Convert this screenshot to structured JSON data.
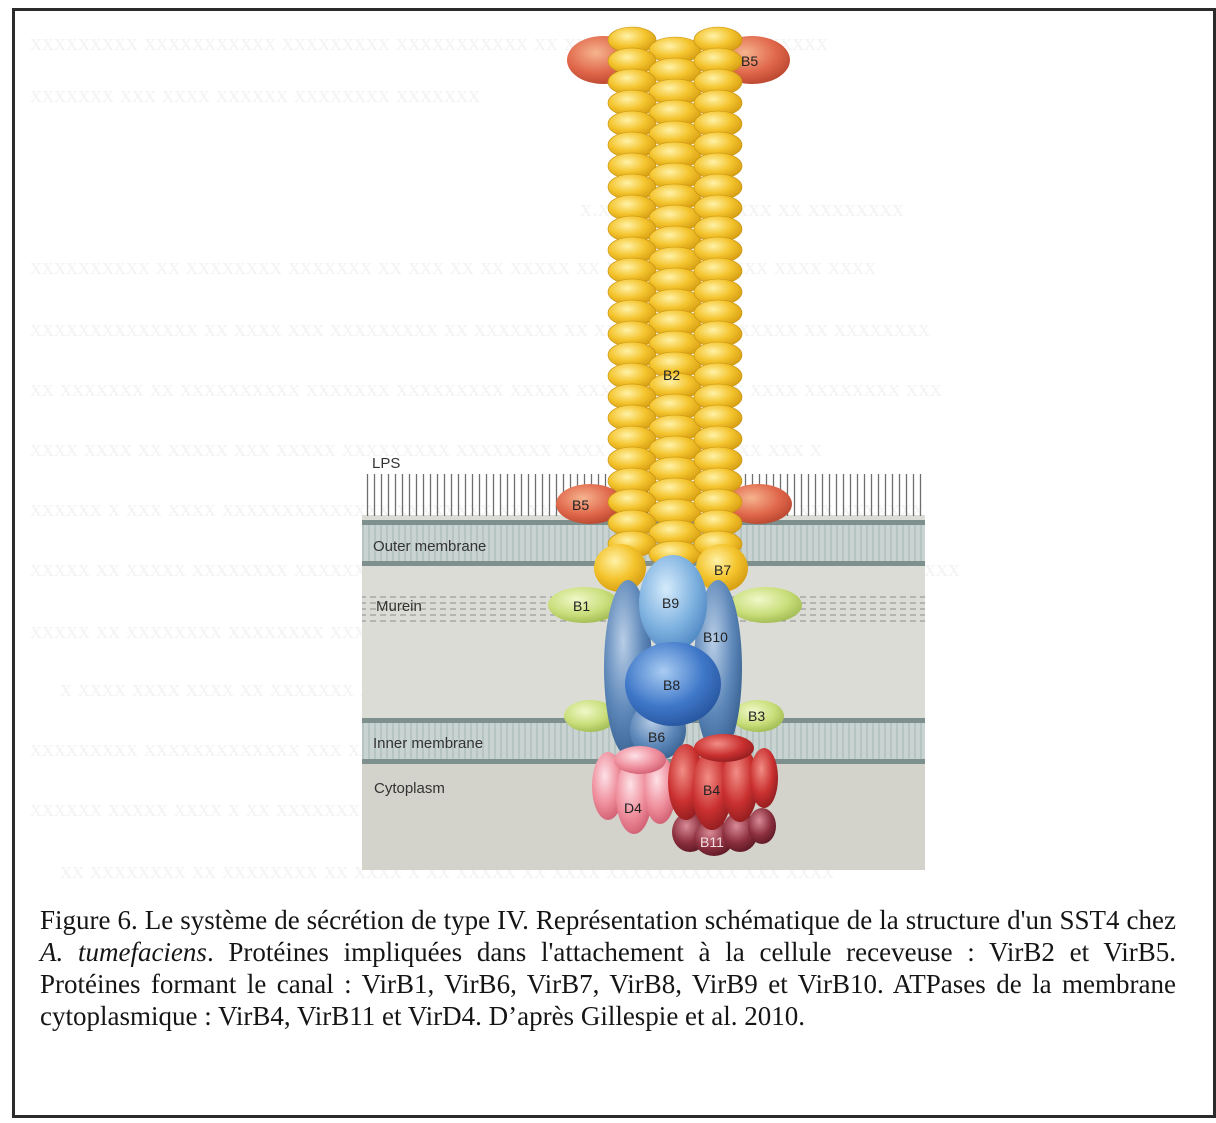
{
  "diagram": {
    "labels": {
      "lps": "LPS",
      "outer_membrane": "Outer membrane",
      "murein": "Murein",
      "inner_membrane": "Inner membrane",
      "cytoplasm": "Cytoplasm"
    },
    "proteins": {
      "b5_top": "B5",
      "b5_side": "B5",
      "b2": "B2",
      "b7": "B7",
      "b1": "B1",
      "b9": "B9",
      "b10": "B10",
      "b8": "B8",
      "b3": "B3",
      "b6": "B6",
      "b4": "B4",
      "d4": "D4",
      "b11": "B11"
    },
    "colors": {
      "pilus_yellow": "#f2c12e",
      "b5_red": "#e0674a",
      "b1_green": "#c9de7a",
      "b9_blue": "#7fb2e0",
      "b8_blue": "#3f78c9",
      "b10_blue": "#5b86b8",
      "b4_red": "#c9302f",
      "d4_pink": "#ef8e9c",
      "b11_maroon": "#8c2f3e",
      "membrane": "#9fb0ae",
      "cell_bg": "#dcdcd6"
    }
  },
  "caption": {
    "part1": "Figure 6. Le système de sécrétion de type IV. Représentation schématique de la structure d'un SST4 chez ",
    "species": "A. tumefaciens",
    "part2": ". Protéines impliquées dans l'attachement à la cellule receveuse : VirB2 et VirB5. Protéines formant le canal : VirB1, VirB6, VirB7, VirB8, VirB9 et VirB10. ATPases de la membrane cytoplasmique : VirB4, VirB11 et VirD4. D’après Gillespie et al. 2010."
  }
}
